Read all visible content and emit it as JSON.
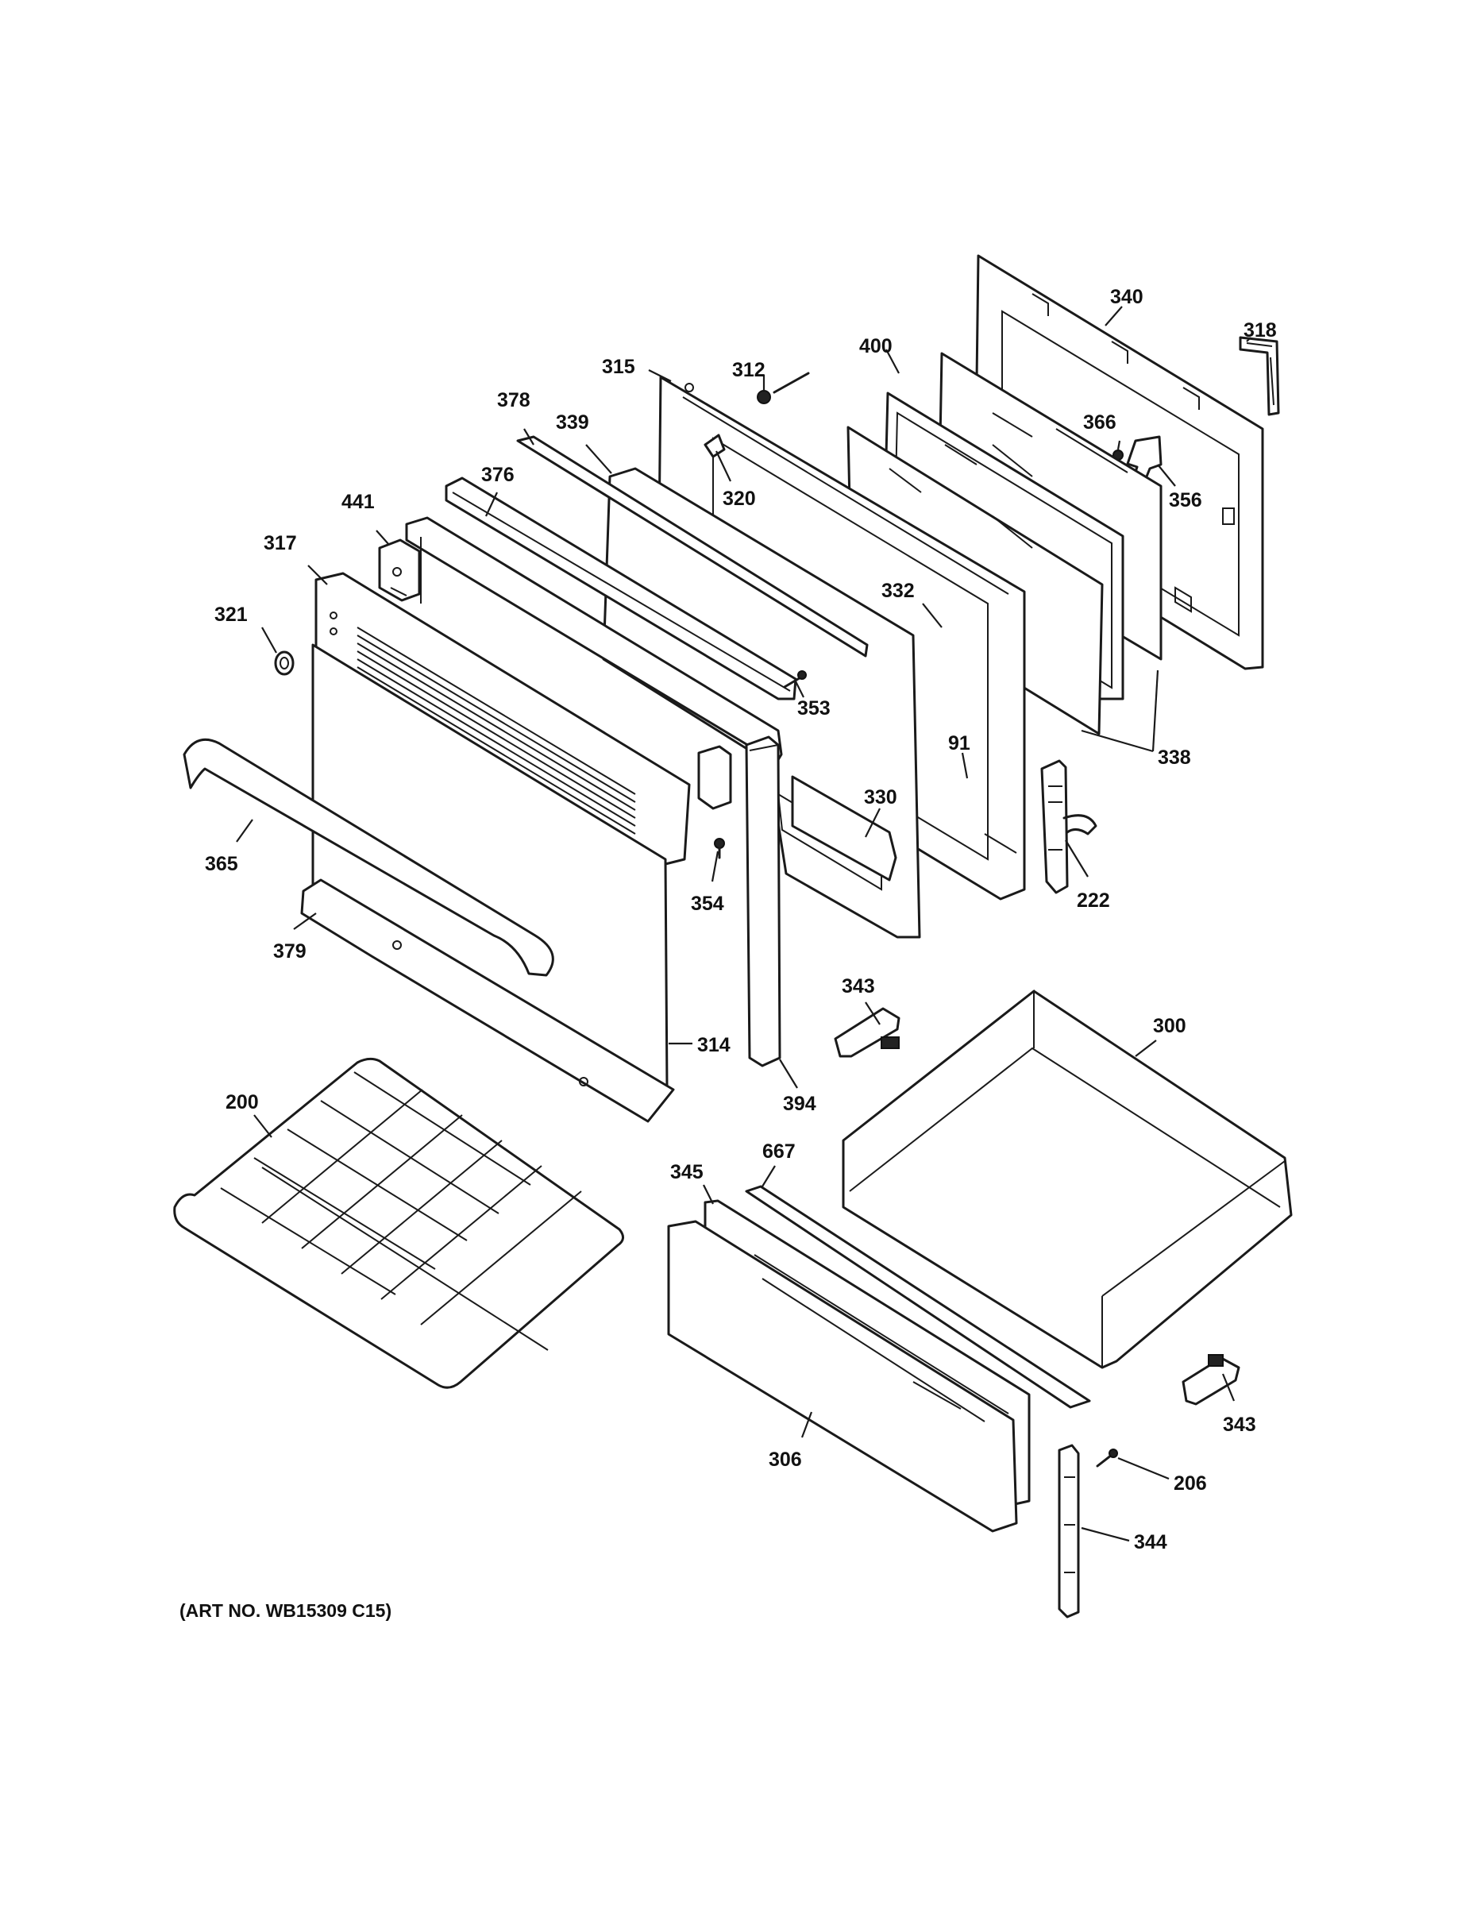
{
  "diagram": {
    "art_number": "(ART NO. WB15309 C15)",
    "callouts": {
      "c200": "200",
      "c206": "206",
      "c222": "222",
      "c300": "300",
      "c306": "306",
      "c312": "312",
      "c314": "314",
      "c315": "315",
      "c317": "317",
      "c318": "318",
      "c320": "320",
      "c321": "321",
      "c330": "330",
      "c332": "332",
      "c338": "338",
      "c339": "339",
      "c340": "340",
      "c343a": "343",
      "c343b": "343",
      "c344": "344",
      "c345": "345",
      "c353": "353",
      "c354": "354",
      "c356": "356",
      "c365": "365",
      "c366": "366",
      "c376": "376",
      "c378": "378",
      "c379": "379",
      "c394": "394",
      "c400": "400",
      "c441": "441",
      "c667": "667",
      "c91": "91"
    }
  }
}
